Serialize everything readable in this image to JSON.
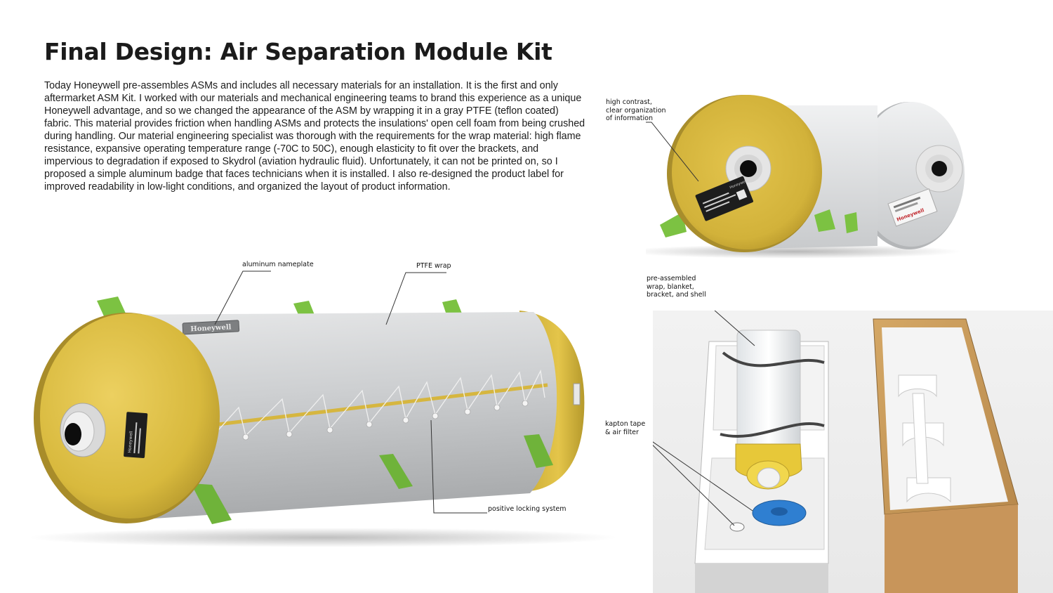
{
  "title": "Final Design: Air Separation Module Kit",
  "description": "Today Honeywell pre-assembles ASMs and includes all necessary materials for an installation. It is the first and only aftermarket ASM Kit. I worked with our materials and mechanical engineering teams to brand this experience as a unique Honeywell advantage, and so we changed the appearance of the ASM by wrapping it in a gray PTFE (teflon coated) fabric. This material provides friction when handling ASMs and protects the insulations' open cell foam from being crushed during handling. Our material engineering specialist was thorough with the requirements for the wrap material: high flame resistance, expansive operating temperature range (-70C to 50C), enough elasticity to fit over the brackets, and impervious to degradation if exposed to Skydrol (aviation hydraulic fluid). Unfortunately, it can not be printed on, so I proposed a simple aluminum badge that faces technicians when it is installed. I also re-designed the product label for improved readability in low-light conditions, and organized the layout of product information.",
  "callouts": {
    "label_contrast": "high contrast,\nclear organization\nof information",
    "nameplate": "aluminum nameplate",
    "ptfe_wrap": "PTFE wrap",
    "locking": "positive locking system",
    "preassembled": "pre-assembled\nwrap, blanket,\nbracket, and shell",
    "kapton": "kapton tape\n& air filter"
  },
  "badge_text": "Honeywell",
  "label_brand": "Honeywell",
  "colors": {
    "end_cap_yellow": "#d9bb3e",
    "ptfe_gray": "#c9cbcd",
    "bracket_green": "#7cc242",
    "cardboard": "#c99a5b",
    "filter_blue": "#2f7fd1"
  }
}
